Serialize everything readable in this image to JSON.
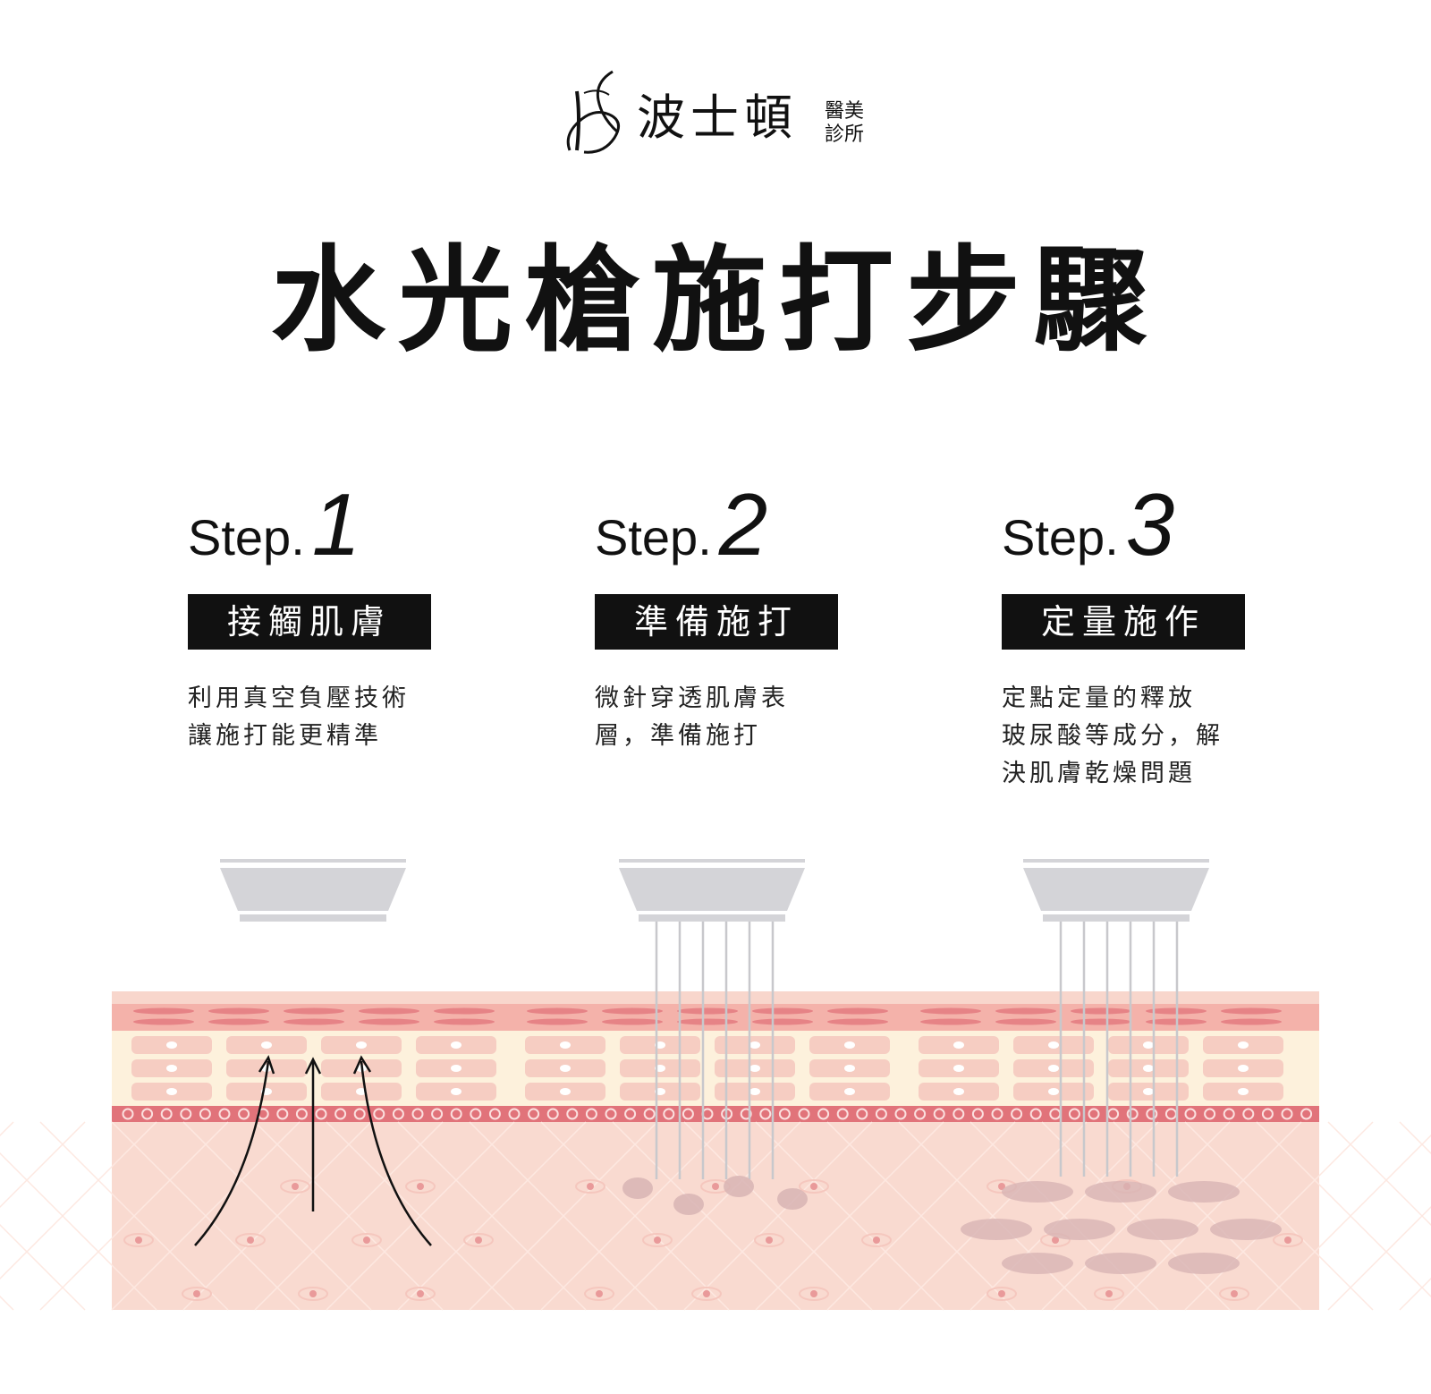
{
  "brand": {
    "name": "波士頓",
    "sub_line1": "醫美",
    "sub_line2": "診所"
  },
  "title": "水光槍施打步驟",
  "steps": [
    {
      "word": "Step.",
      "number": "1",
      "label": "接觸肌膚",
      "desc_line1": "利用真空負壓技術",
      "desc_line2": "讓施打能更精準",
      "desc_line3": ""
    },
    {
      "word": "Step.",
      "number": "2",
      "label": "準備施打",
      "desc_line1": "微針穿透肌膚表",
      "desc_line2": "層，準備施打",
      "desc_line3": ""
    },
    {
      "word": "Step.",
      "number": "3",
      "label": "定量施作",
      "desc_line1": "定點定量的釋放",
      "desc_line2": "玻尿酸等成分，解",
      "desc_line3": "決肌膚乾燥問題"
    }
  ],
  "colors": {
    "device": "#d4d4d8",
    "skin_top": "#f4b2aa",
    "fat_layer": "#fdf1dc",
    "fat_cell": "#f6cdc2",
    "membrane": "#e1737a",
    "dermis": "#f9dad0",
    "blob": "#d8b4b4",
    "needle": "#c8c8cc",
    "arrow": "#111111"
  }
}
